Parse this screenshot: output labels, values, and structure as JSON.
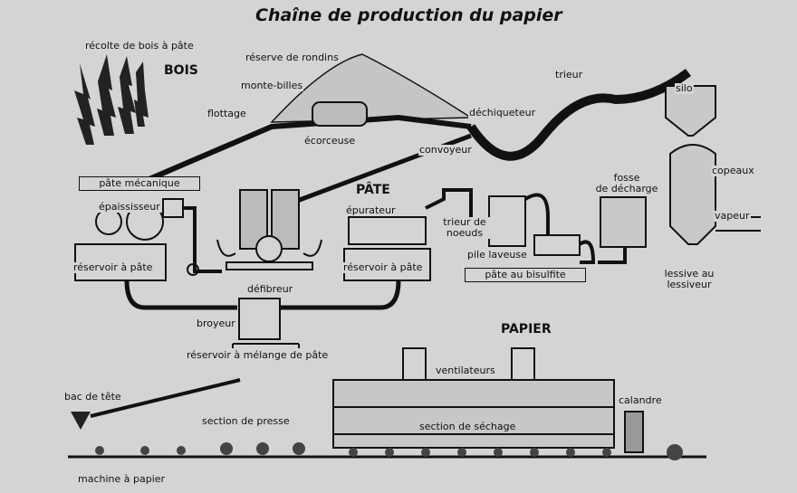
{
  "title": "Chaîne de production du papier",
  "sections": {
    "bois": "BOIS",
    "pate": "PÂTE",
    "papier": "PAPIER"
  },
  "labels": {
    "recolte": "récolte de bois à pâte",
    "reserve_rondins": "réserve de rondins",
    "monte_billes": "monte-billes",
    "flottage": "flottage",
    "ecorceuse": "écorceuse",
    "dechiqueteur": "déchiqueteur",
    "convoyeur": "convoyeur",
    "trieur": "trieur",
    "silo": "silo",
    "copeaux": "copeaux",
    "vapeur": "vapeur",
    "fosse_line1": "fosse",
    "fosse_line2": "de décharge",
    "lessive_line1": "lessive au",
    "lessive_line2": "lessiveur",
    "trieur_noeuds_line1": "trieur de",
    "trieur_noeuds_line2": "noeuds",
    "pile_laveuse": "pile laveuse",
    "pate_bisulfite": "pâte au bisulfite",
    "epurateur": "épurateur",
    "reservoir_pate_right": "réservoir à pâte",
    "reservoir_pate_left": "réservoir à pâte",
    "defibreur": "défibreur",
    "pate_mecanique": "pâte mécanique",
    "epaississeur": "épaississeur",
    "broyeur": "broyeur",
    "reservoir_melange": "réservoir à mélange de pâte",
    "ventilateurs": "ventilateurs",
    "calandre": "calandre",
    "bac_tete": "bac de tête",
    "section_presse": "section de presse",
    "section_sechage": "section de séchage",
    "machine_papier": "machine à papier"
  }
}
